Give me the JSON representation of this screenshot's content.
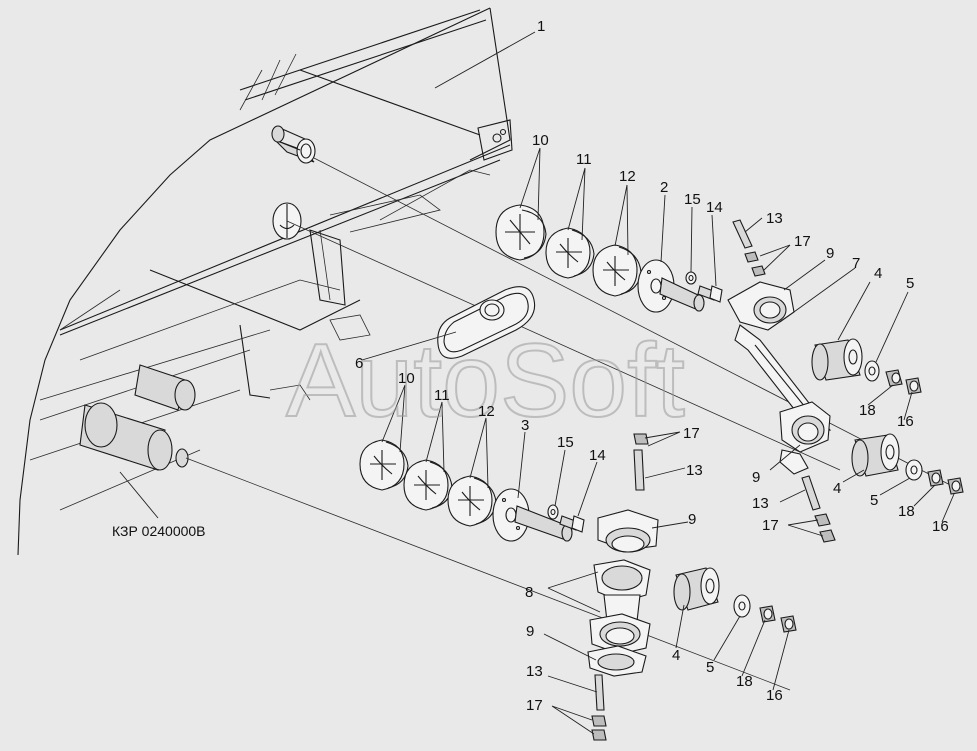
{
  "watermark": "AutoSoft",
  "assembly_code": "КЗР 0240000В",
  "callouts": [
    "1",
    "10",
    "11",
    "12",
    "2",
    "15",
    "14",
    "13",
    "17",
    "9",
    "7",
    "4",
    "5",
    "6",
    "18",
    "16",
    "10",
    "11",
    "12",
    "3",
    "15",
    "14",
    "13",
    "17",
    "9",
    "8",
    "4",
    "5",
    "18",
    "16",
    "9",
    "13",
    "17",
    "13",
    "17",
    "9",
    "4",
    "5",
    "18",
    "16"
  ],
  "colors": {
    "line": "#1b1b1b",
    "background": "#e9e9e9",
    "watermark": "#9a9a9a"
  }
}
